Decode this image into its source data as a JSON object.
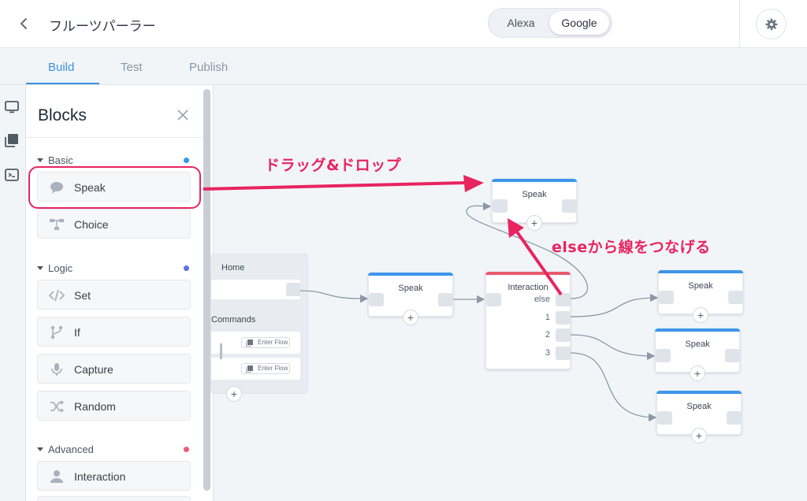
{
  "header": {
    "title": "フルーツパーラー",
    "platforms": [
      "Alexa",
      "Google"
    ],
    "selected_platform": "Google"
  },
  "tabs": [
    "Build",
    "Test",
    "Publish"
  ],
  "active_tab": "Build",
  "panel": {
    "title": "Blocks",
    "sections": [
      {
        "name": "Basic",
        "dot_color": "#2f9ae8",
        "items": [
          {
            "label": "Speak",
            "icon": "speech-bubble-icon"
          },
          {
            "label": "Choice",
            "icon": "choice-icon"
          }
        ]
      },
      {
        "name": "Logic",
        "dot_color": "#5d6fe3",
        "items": [
          {
            "label": "Set",
            "icon": "code-icon"
          },
          {
            "label": "If",
            "icon": "branch-icon"
          },
          {
            "label": "Capture",
            "icon": "microphone-icon"
          },
          {
            "label": "Random",
            "icon": "shuffle-icon"
          }
        ]
      },
      {
        "name": "Advanced",
        "dot_color": "#ee5a77",
        "items": [
          {
            "label": "Interaction",
            "icon": "person-icon"
          }
        ]
      }
    ]
  },
  "canvas": {
    "home": {
      "title": "Home",
      "commands_label": "Commands",
      "enter_flow_label": "Enter Flow"
    },
    "speak_label": "Speak",
    "interaction": {
      "title": "Interaction",
      "ports": [
        "else",
        "1",
        "2",
        "3"
      ]
    },
    "plus_label": "+"
  },
  "annotations": {
    "drag": "ドラッグ&ドロップ",
    "else": "elseから線をつなげる"
  },
  "colors": {
    "accent": "#3d8fe0",
    "highlight": "#e8245f",
    "interaction_cap": "#ea5a6f",
    "speak_cap": "#3d95ea"
  }
}
